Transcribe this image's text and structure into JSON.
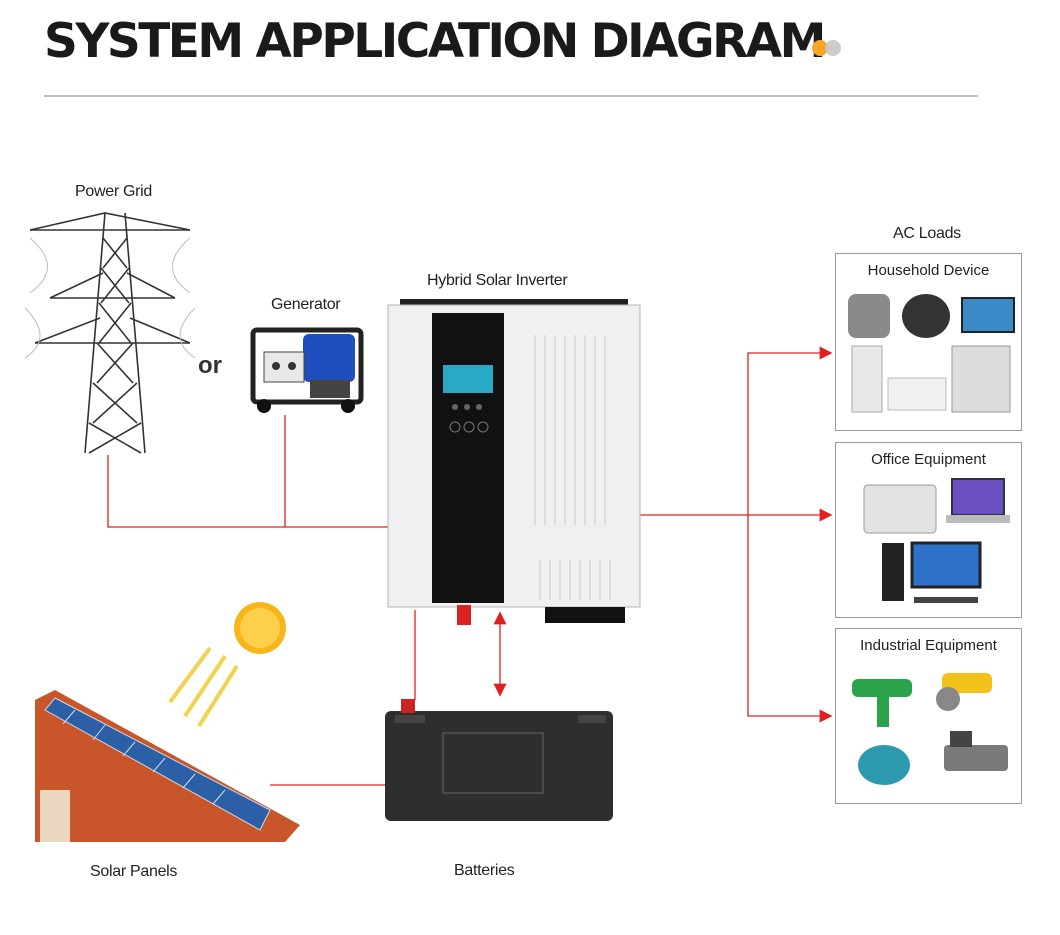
{
  "title": "SYSTEM APPLICATION DIAGRAM",
  "labels": {
    "power_grid": "Power Grid",
    "or": "or",
    "generator": "Generator",
    "inverter": "Hybrid Solar Inverter",
    "ac_loads": "AC Loads",
    "solar_panels": "Solar Panels",
    "batteries": "Batteries"
  },
  "load_groups": [
    {
      "label": "Household Device",
      "items": [
        "pressure-cooker",
        "rice-cooker",
        "television",
        "refrigerator",
        "air-conditioner",
        "double-door-refrigerator"
      ]
    },
    {
      "label": "Office Equipment",
      "items": [
        "fax-machine",
        "laptop",
        "desktop-computer"
      ]
    },
    {
      "label": "Industrial Equipment",
      "items": [
        "power-drill",
        "angle-grinder",
        "electric-motor",
        "air-compressor"
      ]
    }
  ],
  "colors": {
    "wire": "#e02020",
    "accent_orange": "#f5a623",
    "accent_gray": "#c8c8c8"
  }
}
